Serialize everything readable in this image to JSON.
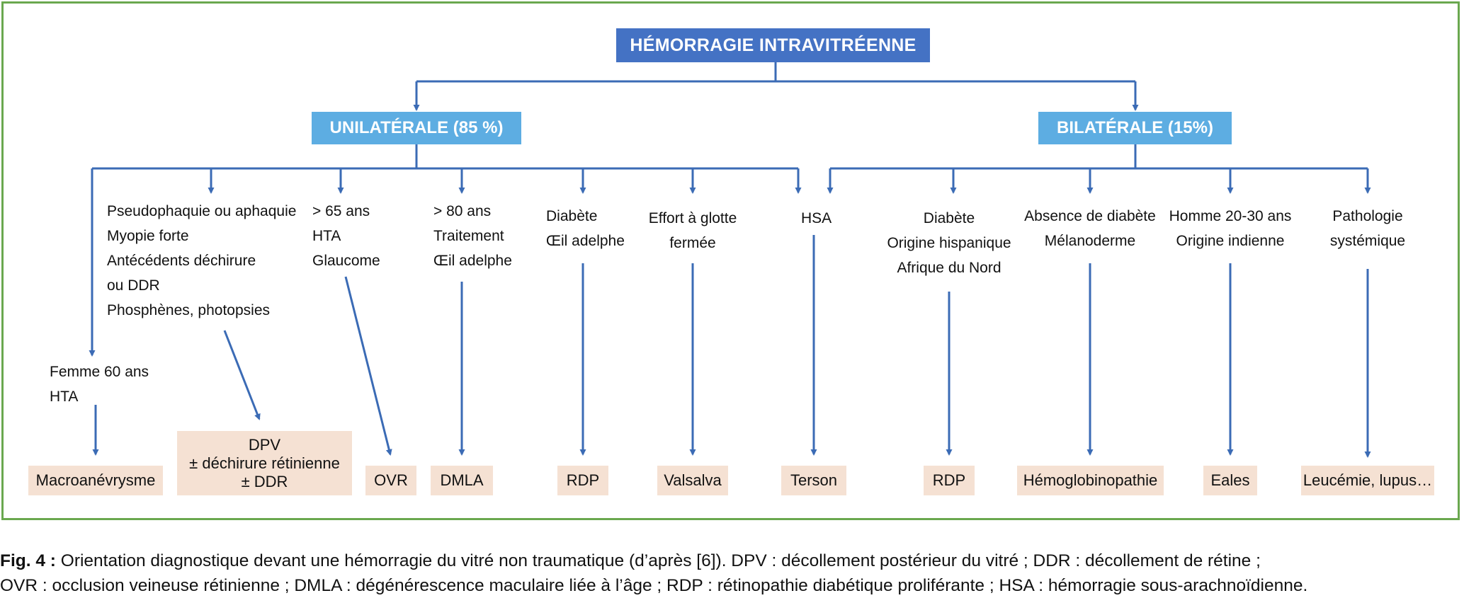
{
  "root": "HÉMORRAGIE INTRAVITRÉENNE",
  "branches": {
    "unilateral": "UNILATÉRALE (85 %)",
    "bilateral": "BILATÉRALE (15%)"
  },
  "criteria": {
    "c1": [
      "Femme 60 ans",
      "HTA"
    ],
    "c2": [
      "Pseudophaquie ou aphaquie",
      "Myopie forte",
      "Antécédents déchirure",
      "ou DDR",
      "Phosphènes, photopsies"
    ],
    "c3": [
      "> 65 ans",
      "HTA",
      "Glaucome"
    ],
    "c4": [
      "> 80 ans",
      "Traitement",
      "Œil adelphe"
    ],
    "c5": [
      "Diabète",
      "Œil adelphe"
    ],
    "c6": [
      "Effort à glotte",
      "fermée"
    ],
    "c7": [
      "HSA"
    ],
    "c8": [
      "Diabète",
      "Origine hispanique",
      "Afrique du Nord"
    ],
    "c9": [
      "Absence de diabète",
      "Mélanoderme"
    ],
    "c10": [
      "Homme 20-30 ans",
      "Origine indienne"
    ],
    "c11": [
      "Pathologie",
      "systémique"
    ]
  },
  "diagnoses": {
    "d1": "Macroanévrysme",
    "d2": [
      "DPV",
      "± déchirure rétinienne",
      "± DDR"
    ],
    "d3": "OVR",
    "d4": "DMLA",
    "d5": "RDP",
    "d6": "Valsalva",
    "d7": "Terson",
    "d8": "RDP",
    "d9": "Hémoglobinopathie",
    "d10": "Eales",
    "d11": "Leucémie, lupus…"
  },
  "caption": {
    "label": "Fig. 4 :",
    "line1": "Orientation diagnostique devant une hémorragie du vitré non traumatique (d’après [6]). DPV : décollement postérieur du vitré ; DDR : décollement de rétine ;",
    "line2": "OVR : occlusion veineuse rétinienne ; DMLA : dégénérescence maculaire liée à l’âge ; RDP : rétinopathie diabétique proliférante ; HSA : hémorragie sous-arachnoïdienne."
  },
  "colors": {
    "frame": "#6aa84f",
    "root_fill": "#4472c4",
    "branch_fill": "#5dade2",
    "leaf_fill": "#f5e1d3",
    "connector": "#3b6bb5"
  }
}
